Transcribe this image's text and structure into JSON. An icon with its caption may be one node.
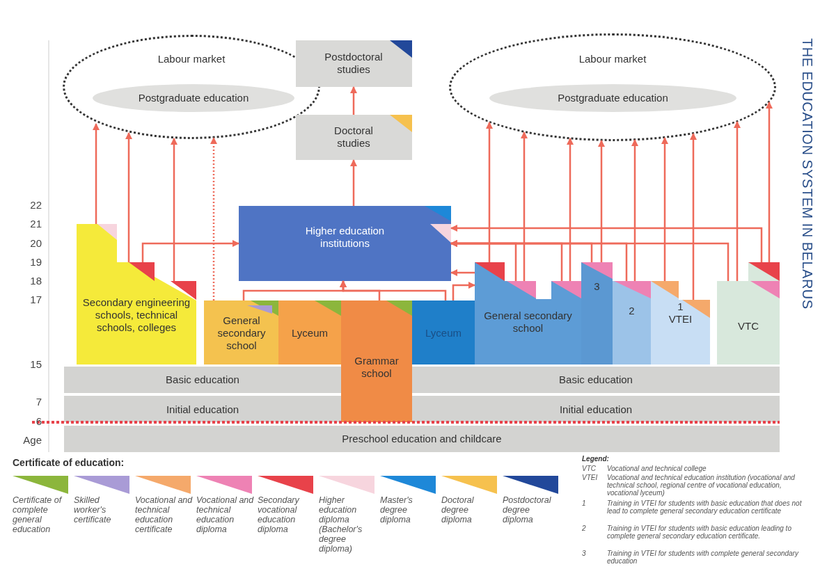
{
  "diagram": {
    "title": "THE EDUCATION SYSTEM IN BELARUS",
    "nodes": [
      {
        "text": [
          "Labour market"
        ]
      },
      {
        "text": [
          "Postgraduate education"
        ],
        "in": 0
      },
      {
        "text": [
          "Postdoctoral studies"
        ]
      },
      {
        "text": [
          "Doctoral studies"
        ]
      },
      {
        "text": [
          "Labour market"
        ]
      },
      {
        "text": [
          "Postgraduate education"
        ],
        "in": 4
      },
      {
        "text": [
          "Higher education institutions"
        ]
      },
      {
        "text": [
          "Secondary engineering schools, technical schools, colleges"
        ]
      },
      {
        "text": [
          "General secondary school"
        ]
      },
      {
        "text": [
          "Lyceum"
        ]
      },
      {
        "text": [
          "Grammar school"
        ]
      },
      {
        "text": [
          "Lyceum"
        ]
      },
      {
        "text": [
          "General secondary school"
        ]
      },
      {
        "text": [
          "3"
        ]
      },
      {
        "text": [
          "2"
        ]
      },
      {
        "text": [
          "1",
          "VTEI"
        ]
      },
      {
        "text": [
          "VTC"
        ]
      },
      {
        "text": [
          "Basic education"
        ]
      },
      {
        "text": [
          "Basic education"
        ]
      },
      {
        "text": [
          "Initial education"
        ]
      },
      {
        "text": [
          "Initial education"
        ]
      },
      {
        "text": [
          "Preschool education and childcare"
        ]
      }
    ],
    "edges": [
      {
        "from": 7,
        "to": 0,
        "arrow": "to"
      },
      {
        "from": 7,
        "to": 0,
        "arrow": "to"
      },
      {
        "from": 7,
        "to": 0,
        "arrow": "to"
      },
      {
        "from": 8,
        "to": 0,
        "arrow": "to",
        "style": "dashed"
      },
      {
        "from": 7,
        "to": 6,
        "arrow": "to"
      },
      {
        "from": 8,
        "to": 6,
        "arrow": "to"
      },
      {
        "from": 10,
        "to": 6,
        "arrow": "to"
      },
      {
        "from": 11,
        "to": 6,
        "arrow": "to"
      },
      {
        "from": 11,
        "to": 12,
        "arrow": "to"
      },
      {
        "from": 12,
        "to": 6,
        "arrow": "to"
      },
      {
        "from": 12,
        "to": 6,
        "arrow": "to"
      },
      {
        "from": 12,
        "to": 6,
        "arrow": "to"
      },
      {
        "from": 13,
        "to": 6,
        "arrow": "to"
      },
      {
        "from": 14,
        "to": 6,
        "arrow": "to"
      },
      {
        "from": 16,
        "to": 6,
        "arrow": "to"
      },
      {
        "from": 16,
        "to": 6,
        "arrow": "to"
      },
      {
        "from": 6,
        "to": 3,
        "arrow": "to"
      },
      {
        "from": 3,
        "to": 2,
        "arrow": "to"
      },
      {
        "from": 12,
        "to": 4,
        "arrow": "to"
      },
      {
        "from": 12,
        "to": 4,
        "arrow": "to"
      },
      {
        "from": 12,
        "to": 4,
        "arrow": "to"
      },
      {
        "from": 13,
        "to": 4,
        "arrow": "to"
      },
      {
        "from": 14,
        "to": 4,
        "arrow": "to"
      },
      {
        "from": 15,
        "to": 4,
        "arrow": "to"
      },
      {
        "from": 15,
        "to": 4,
        "arrow": "to"
      },
      {
        "from": 16,
        "to": 4,
        "arrow": "to"
      },
      {
        "from": 16,
        "to": 4,
        "arrow": "to"
      }
    ],
    "labels": [
      "22",
      "21",
      "20",
      "19",
      "18",
      "17",
      "15",
      "7",
      "6",
      "Age",
      "Certificate of education:",
      "Legend:",
      "VTC",
      "Vocational and technical college",
      "VTEI",
      "Vocational and technical education institution (vocational and technical school, regional centre of vocational education, vocational lyceum)",
      "1",
      "Training in VTEI for students with basic education that does not lead to complete general secondary education certificate",
      "2",
      "Training in VTEI for students with basic education leading to complete general secondary education certificate.",
      "3",
      "Training in VTEI for students with complete general secondary education"
    ],
    "legend": [
      {
        "text": "Certificate of complete general education",
        "color": "#8cb63c"
      },
      {
        "text": "Skilled worker's certificate",
        "color": "#a99bd6"
      },
      {
        "text": "Vocational and technical education certificate",
        "color": "#f5a96b"
      },
      {
        "text": "Vocational and technical education diploma",
        "color": "#ee82b4"
      },
      {
        "text": "Secondary vocational education diploma",
        "color": "#e8424a"
      },
      {
        "text": "Higher education diploma (Bachelor's degree diploma)",
        "color": "#f7d5de"
      },
      {
        "text": "Master's degree diploma",
        "color": "#1e88d8"
      },
      {
        "text": "Doctoral degree diploma",
        "color": "#f6c14e"
      },
      {
        "text": "Postdoctoral degree diploma",
        "color": "#22489a"
      }
    ]
  }
}
